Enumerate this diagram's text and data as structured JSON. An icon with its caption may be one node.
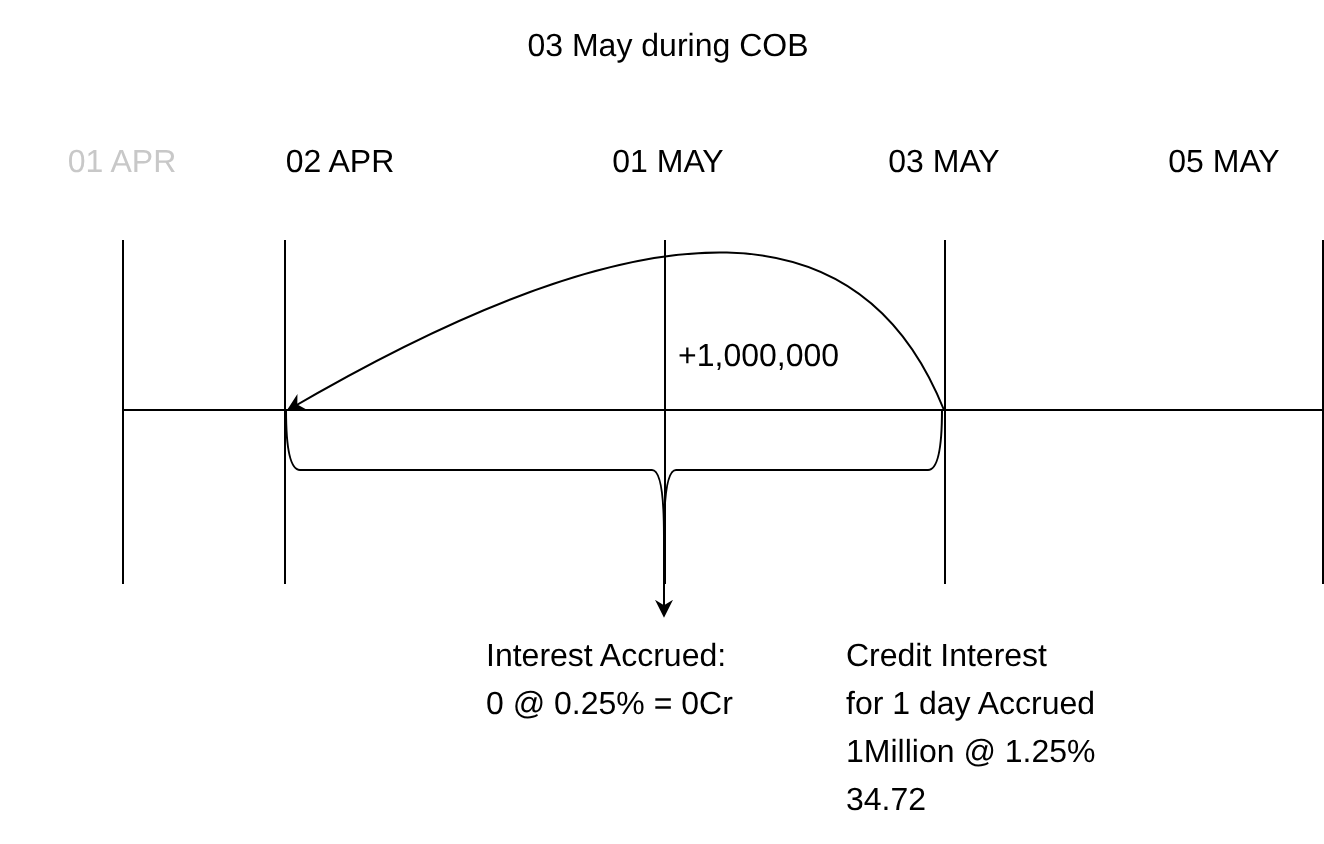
{
  "diagram": {
    "title": "03 May during COB",
    "nodes": [
      {
        "text": [
          "01 APR"
        ]
      },
      {
        "text": [
          "02 APR"
        ]
      },
      {
        "text": [
          "01 MAY"
        ]
      },
      {
        "text": [
          "03 MAY"
        ]
      },
      {
        "text": [
          "05 MAY"
        ]
      },
      {
        "text": [
          "Interest Accrued: 0 @ 0.25% = 0Cr"
        ]
      },
      {
        "text": [],
        "shape": "bracket"
      }
    ],
    "edges": [
      {
        "from": 3,
        "to": 1,
        "arrow": "to",
        "label": "+1,000,000"
      },
      {
        "from": 6,
        "to": 5,
        "arrow": "to"
      }
    ],
    "labels": [
      "Credit Interest",
      "for 1 day Accrued",
      "1Million @ 1.25%",
      "34.72"
    ]
  }
}
